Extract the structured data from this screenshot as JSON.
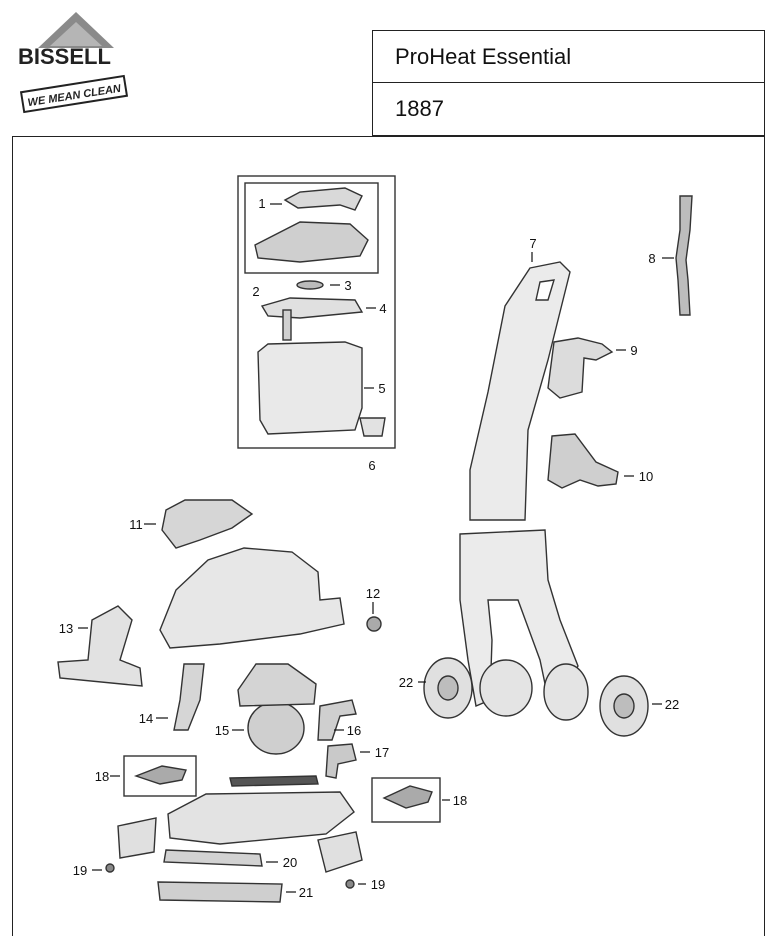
{
  "header": {
    "brand": "BISSELL",
    "tagline": "WE MEAN CLEAN",
    "product_name": "ProHeat Essential",
    "model_number": "1887"
  },
  "callouts": [
    {
      "id": "c1",
      "text": "1"
    },
    {
      "id": "c2",
      "text": "2"
    },
    {
      "id": "c3",
      "text": "3"
    },
    {
      "id": "c4",
      "text": "4"
    },
    {
      "id": "c5",
      "text": "5"
    },
    {
      "id": "c6",
      "text": "6"
    },
    {
      "id": "c7",
      "text": "7"
    },
    {
      "id": "c8",
      "text": "8"
    },
    {
      "id": "c9",
      "text": "9"
    },
    {
      "id": "c10",
      "text": "10"
    },
    {
      "id": "c11",
      "text": "11"
    },
    {
      "id": "c12",
      "text": "12"
    },
    {
      "id": "c13",
      "text": "13"
    },
    {
      "id": "c14",
      "text": "14"
    },
    {
      "id": "c15",
      "text": "15"
    },
    {
      "id": "c16",
      "text": "16"
    },
    {
      "id": "c17",
      "text": "17"
    },
    {
      "id": "c18a",
      "text": "18"
    },
    {
      "id": "c18b",
      "text": "18"
    },
    {
      "id": "c19a",
      "text": "19"
    },
    {
      "id": "c19b",
      "text": "19"
    },
    {
      "id": "c20",
      "text": "20"
    },
    {
      "id": "c21",
      "text": "21"
    },
    {
      "id": "c22a",
      "text": "22"
    },
    {
      "id": "c22b",
      "text": "22"
    }
  ]
}
